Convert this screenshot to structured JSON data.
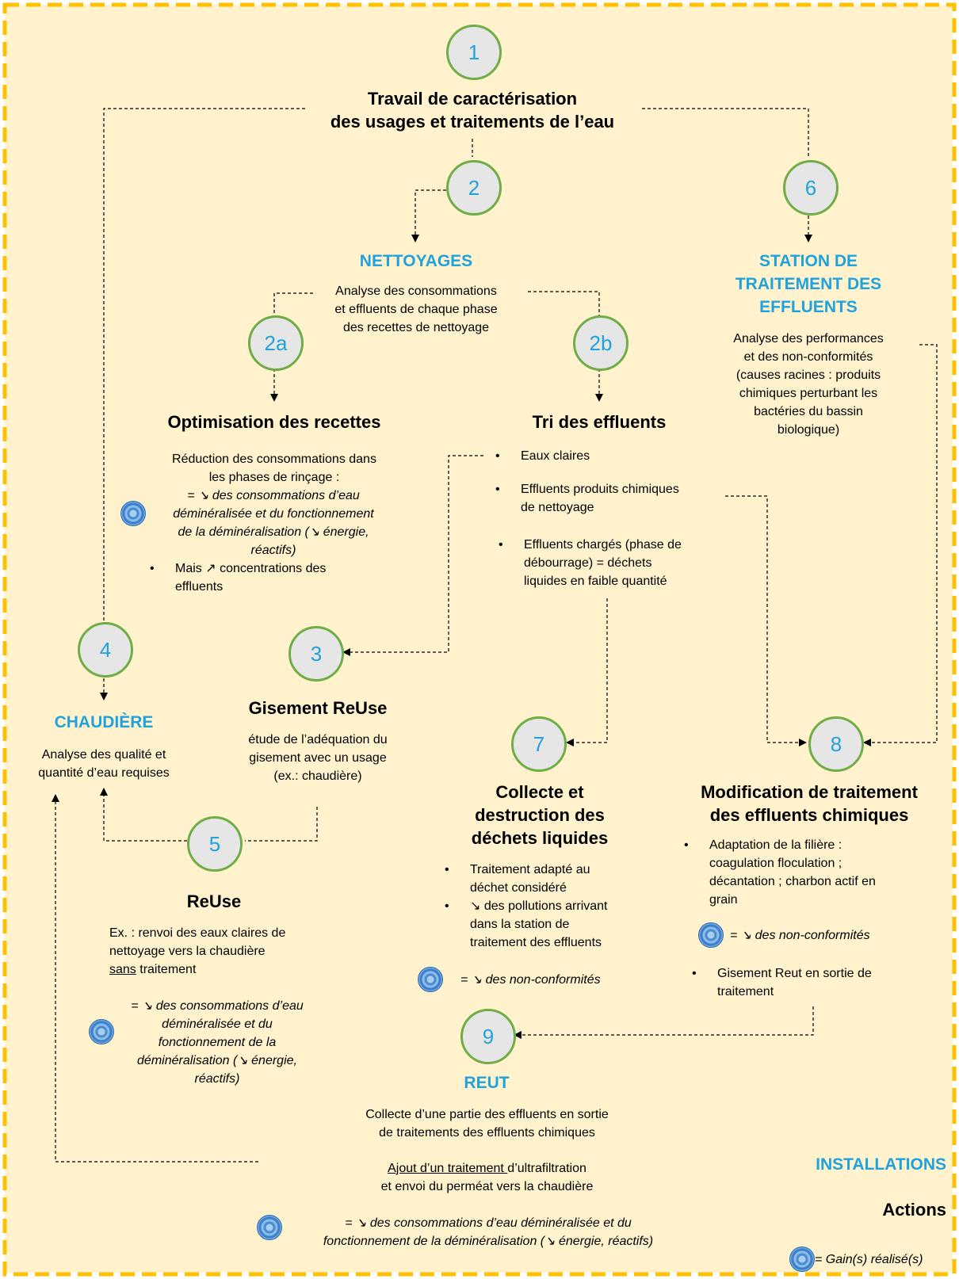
{
  "step1": {
    "num": "1",
    "title": "Travail de caractérisation\ndes usages et traitements de l’eau"
  },
  "step2": {
    "num": "2",
    "heading": "NETTOYAGES",
    "text": "Analyse des consommations\net effluents de chaque phase\ndes recettes de nettoyage"
  },
  "step2a": {
    "num": "2a",
    "title": "Optimisation des recettes",
    "text": "Réduction des consommations dans\nles phases de rinçage :",
    "gain": "= ↘ des consommations d’eau\ndéminéralisée et du fonctionnement\nde la déminéralisation (↘ énergie,\nréactifs)",
    "bullet": "Mais ↗ concentrations des\neffluents"
  },
  "step2b": {
    "num": "2b",
    "title": "Tri des effluents",
    "bullets": [
      "Eaux claires",
      "Effluents produits chimiques\nde nettoyage",
      "Effluents chargés (phase de\ndébourrage) = déchets\nliquides en faible quantité"
    ]
  },
  "step3": {
    "num": "3",
    "title": "Gisement ReUse",
    "text": "étude de l’adéquation du\ngisement avec un usage\n(ex.: chaudière)"
  },
  "step4": {
    "num": "4",
    "heading": "CHAUDIÈRE",
    "text": "Analyse des qualité et\nquantité d’eau requises"
  },
  "step5": {
    "num": "5",
    "title": "ReUse",
    "text_a": "Ex. : renvoi des eaux claires de\nnettoyage vers la chaudière",
    "text_u": "sans",
    "text_b": " traitement",
    "gain": "= ↘ des consommations d’eau\ndéminéralisée et du\nfonctionnement de la\ndéminéralisation (↘ énergie,\nréactifs)"
  },
  "step6": {
    "num": "6",
    "heading": "STATION DE\nTRAITEMENT DES\nEFFLUENTS",
    "text": "Analyse des performances\net des non-conformités\n(causes racines : produits\nchimiques perturbant les\nbactéries du bassin\nbiologique)"
  },
  "step7": {
    "num": "7",
    "title": "Collecte et\ndestruction des\ndéchets liquides",
    "bullets": [
      "Traitement adapté au\ndéchet considéré",
      "↘ des pollutions arrivant\ndans la station de\ntraitement des effluents"
    ],
    "gain": "= ↘ des non-conformités"
  },
  "step8": {
    "num": "8",
    "title": "Modification de traitement\ndes effluents chimiques",
    "bullet1": "Adaptation de la filière :\ncoagulation floculation ;\ndécantation ; charbon actif en\ngrain",
    "gain": "= ↘ des non-conformités",
    "bullet2": "Gisement Reut en sortie de\ntraitement"
  },
  "step9": {
    "num": "9",
    "heading": "REUT",
    "text1": "Collecte d’une partie des effluents en sortie\nde traitements des effluents chimiques",
    "text2_u": "Ajout d’un traitement ",
    "text2_a": "d’ultrafiltration",
    "text2_b": "et envoi du perméat vers la chaudière",
    "gain": "= ↘ des consommations d’eau déminéralisée et du\nfonctionnement de la déminéralisation (↘ énergie, réactifs)"
  },
  "legend": {
    "installations": "INSTALLATIONS",
    "actions": "Actions",
    "gain": "= Gain(s) réalisé(s)"
  },
  "colors": {
    "background": "#fff2cc",
    "border": "#ffc000",
    "circle_border": "#70ad47",
    "circle_fill": "#e6e6e6",
    "accent": "#1fa2dd"
  },
  "icons": {
    "gain": "medal-icon"
  }
}
